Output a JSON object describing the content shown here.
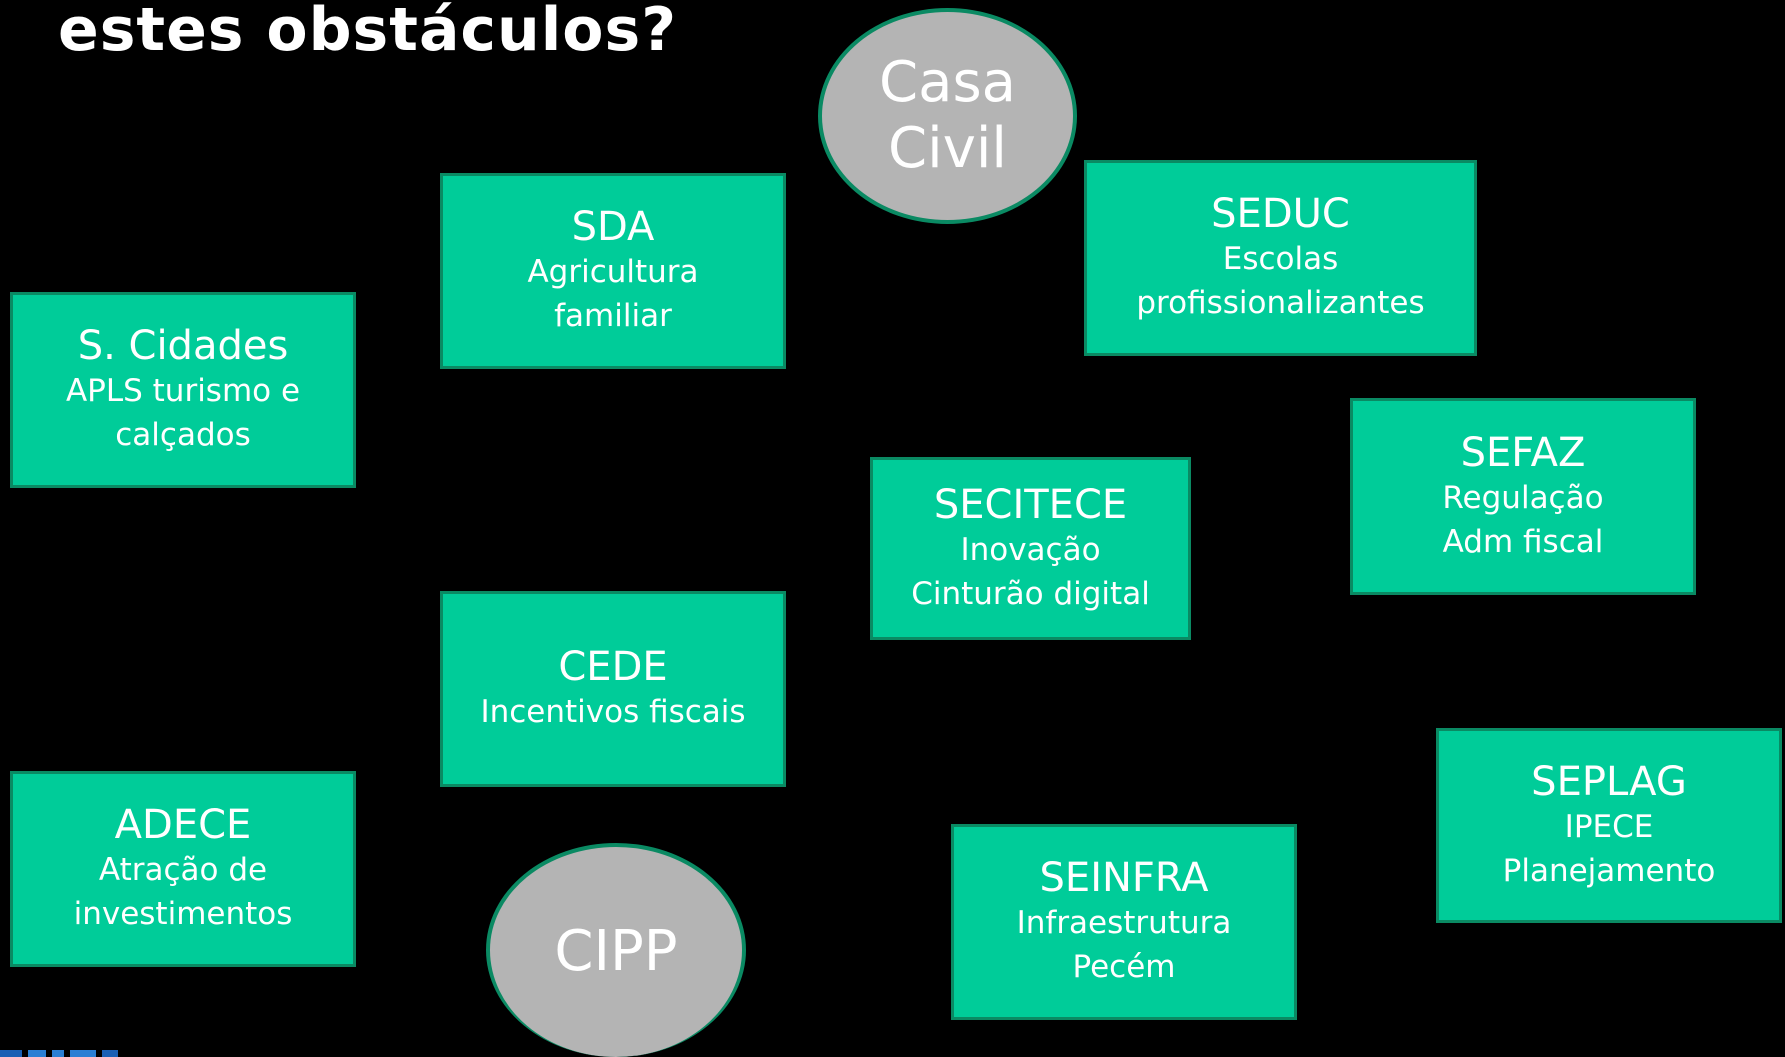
{
  "title": "estes obstáculos?",
  "ellipses": {
    "casa_civil": {
      "line1": "Casa",
      "line2": "Civil"
    },
    "cipp": {
      "line1": "CIPP"
    }
  },
  "boxes": {
    "sda": {
      "head": "SDA",
      "line1": "Agricultura",
      "line2": "familiar"
    },
    "seduc": {
      "head": "SEDUC",
      "line1": "Escolas",
      "line2": "profissionalizantes"
    },
    "scidades": {
      "head": "S. Cidades",
      "line1": "APLS turismo e",
      "line2": "calçados"
    },
    "secitece": {
      "head": "SECITECE",
      "line1": "Inovação",
      "line2": "Cinturão digital"
    },
    "sefaz": {
      "head": "SEFAZ",
      "line1": "Regulação",
      "line2": "Adm fiscal"
    },
    "cede": {
      "head": "CEDE",
      "line1": "Incentivos fiscais"
    },
    "adece": {
      "head": "ADECE",
      "line1": "Atração de",
      "line2": "investimentos"
    },
    "seinfra": {
      "head": "SEINFRA",
      "line1": "Infraestrutura",
      "line2": "Pecém"
    },
    "seplag": {
      "head": "SEPLAG",
      "line1": "IPECE",
      "line2": "Planejamento"
    }
  },
  "colors": {
    "background": "#000000",
    "box_fill": "#00cc99",
    "box_border": "#0a8a63",
    "ellipse_fill": "#b4b4b4",
    "text": "#ffffff"
  },
  "logo": {
    "icon": "logo-fragment-icon"
  }
}
